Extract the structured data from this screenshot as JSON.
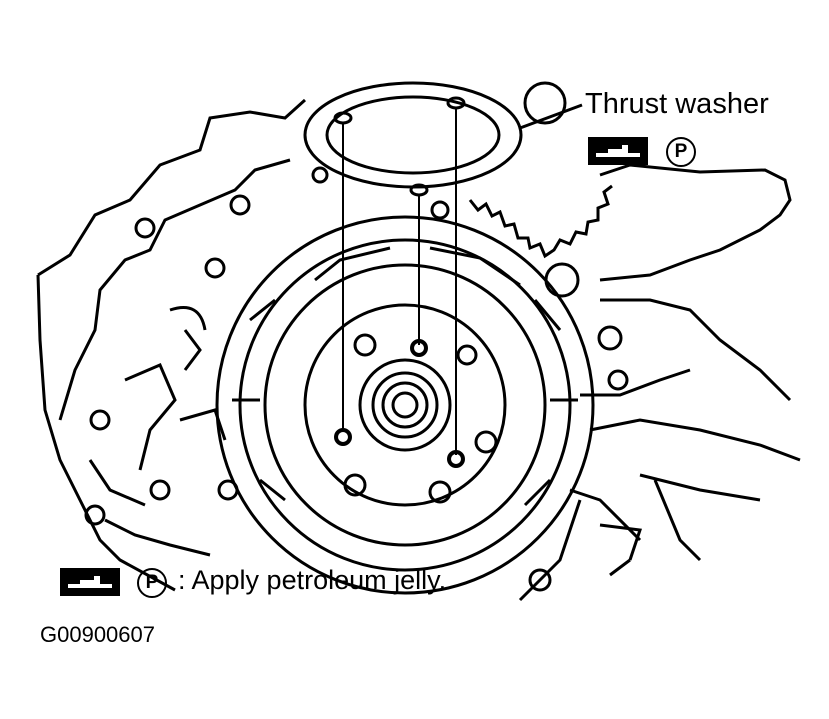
{
  "labels": {
    "thrust_washer": "Thrust washer",
    "apply": ": Apply petroleum jelly.",
    "p_symbol": "P",
    "figure_id": "G00900607"
  },
  "icons": {
    "tool_top": "petroleum-jelly-tool-icon",
    "tool_bottom": "petroleum-jelly-tool-icon"
  },
  "colors": {
    "ink": "#000000",
    "paper": "#ffffff"
  }
}
